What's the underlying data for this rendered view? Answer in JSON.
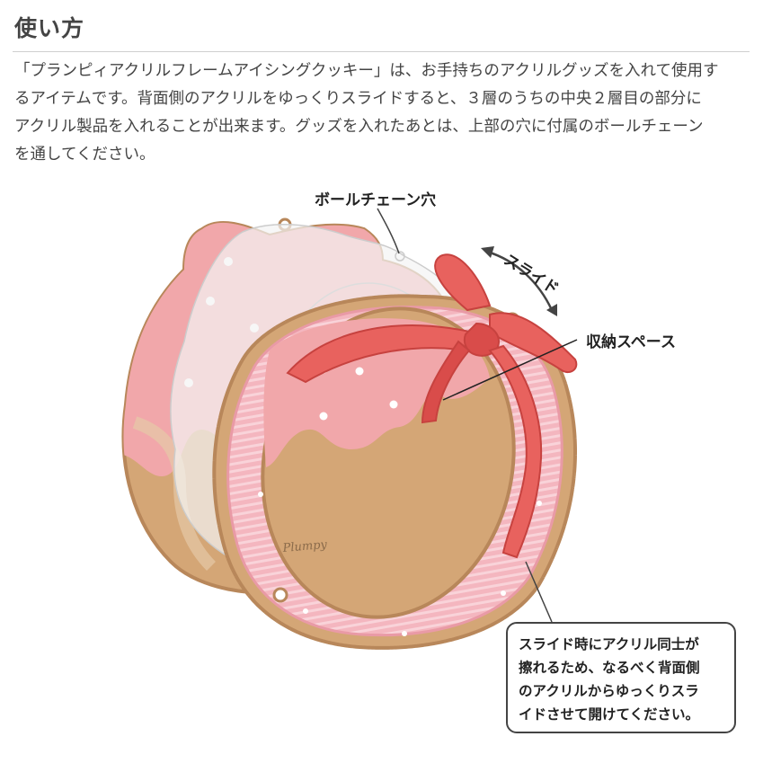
{
  "heading": "使い方",
  "intro_lines": [
    "「プランピィアクリルフレームアイシングクッキー」は、お手持ちのアクリルグッズを入れて使用す",
    "るアイテムです。背面側のアクリルをゆっくりスライドすると、３層のうちの中央２層目の部分に",
    "アクリル製品を入れることが出来ます。グッズを入れたあとは、上部の穴に付属のボールチェーン",
    "を通してください。"
  ],
  "labels": {
    "ball_chain_hole": "ボールチェーン穴",
    "slide": "スライド",
    "storage_space": "収納スペース"
  },
  "signature": "Plumpy",
  "note_lines": [
    "スライド時にアクリル同士が",
    "擦れるため、なるべく背面側",
    "のアクリルからゆっくりスラ",
    "イドさせて開けてください。"
  ],
  "colors": {
    "cookie": "#d4a676",
    "cookie_edge": "#b8875a",
    "icing_pink": "#f1a7aa",
    "frame_pink": "#f4b6bf",
    "ribbon": "#e8625e",
    "ribbon_dark": "#c7423f",
    "clear_acrylic": "#f3f3f3"
  }
}
